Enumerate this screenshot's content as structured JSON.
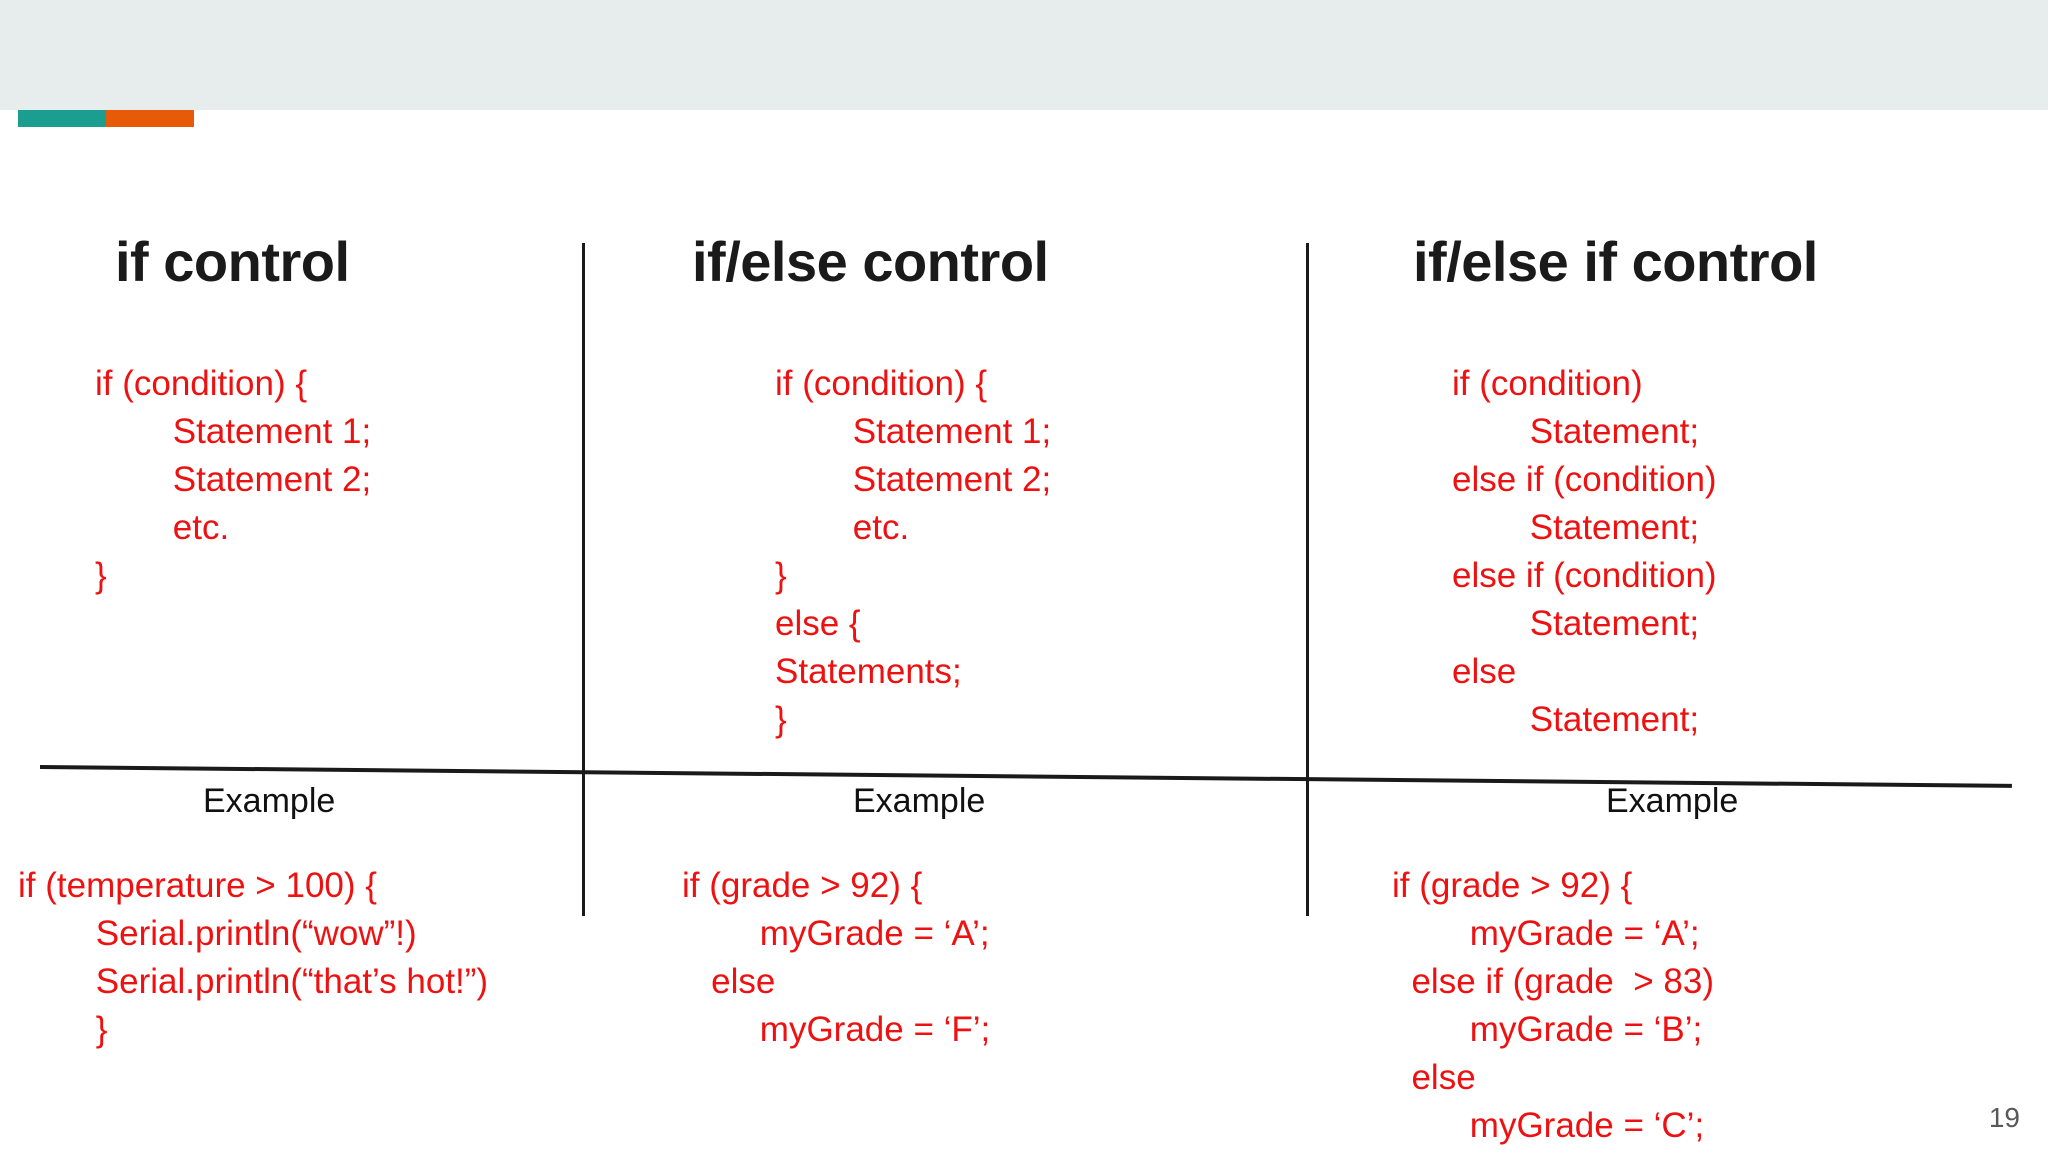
{
  "slide": {
    "page_number": "19",
    "accent_colors": {
      "banner": "#e7eded",
      "teal": "#1b9e8f",
      "orange": "#e75b08",
      "code_red": "#ee1111",
      "text_dark": "#1a1a1a",
      "page_number_gray": "#595959"
    }
  },
  "columns": [
    {
      "heading": "if control",
      "syntax": "if (condition) {\n        Statement 1;\n        Statement 2;\n        etc.\n}",
      "example_label": "Example",
      "example": "if (temperature > 100) {\n        Serial.println(“wow”!)\n        Serial.println(“that’s hot!”)\n        }"
    },
    {
      "heading": "if/else control",
      "syntax": "if (condition) {\n        Statement 1;\n        Statement 2;\n        etc.\n}\nelse {\nStatements;\n}",
      "example_label": "Example",
      "example": "if (grade > 92) {\n        myGrade = ‘A’;\n   else\n        myGrade = ‘F’;"
    },
    {
      "heading": "if/else if control",
      "syntax": "if (condition)\n        Statement;\nelse if (condition)\n        Statement;\nelse if (condition)\n        Statement;\nelse\n        Statement;",
      "example_label": "Example",
      "example": "if (grade > 92) {\n        myGrade = ‘A’;\n  else if (grade  > 83)\n        myGrade = ‘B’;\n  else\n        myGrade = ‘C’;"
    }
  ]
}
